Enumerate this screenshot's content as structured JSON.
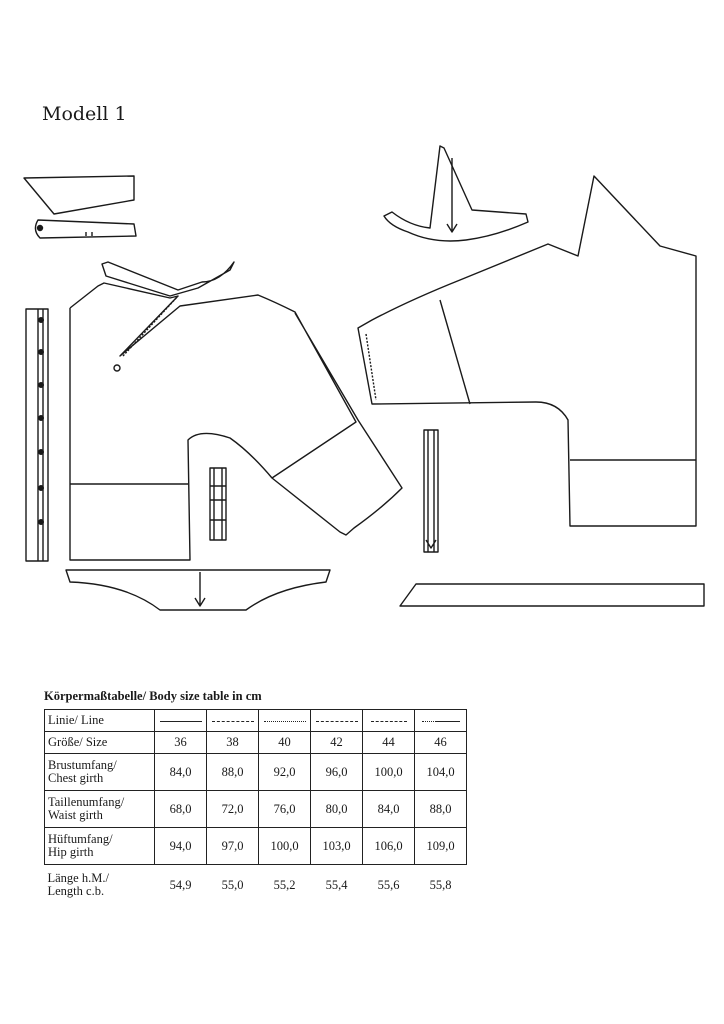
{
  "document": {
    "title": "Modell 1",
    "table_title": "Körpermaßtabelle/ Body size table in cm"
  },
  "table": {
    "line_label": "Linie/ Line",
    "size_label": "Größe/ Size",
    "sizes": [
      "36",
      "38",
      "40",
      "42",
      "44",
      "46"
    ],
    "rows": [
      {
        "label1": "Brustumfang/",
        "label2": "Chest girth",
        "values": [
          "84,0",
          "88,0",
          "92,0",
          "96,0",
          "100,0",
          "104,0"
        ]
      },
      {
        "label1": "Taillenumfang/",
        "label2": "Waist girth",
        "values": [
          "68,0",
          "72,0",
          "76,0",
          "80,0",
          "84,0",
          "88,0"
        ]
      },
      {
        "label1": "Hüftumfang/",
        "label2": "Hip girth",
        "values": [
          "94,0",
          "97,0",
          "100,0",
          "103,0",
          "106,0",
          "109,0"
        ]
      }
    ],
    "length_row": {
      "label1": "Länge h.M./",
      "label2": "Length c.b.",
      "values": [
        "54,9",
        "55,0",
        "55,2",
        "55,4",
        "55,6",
        "55,8"
      ]
    }
  }
}
